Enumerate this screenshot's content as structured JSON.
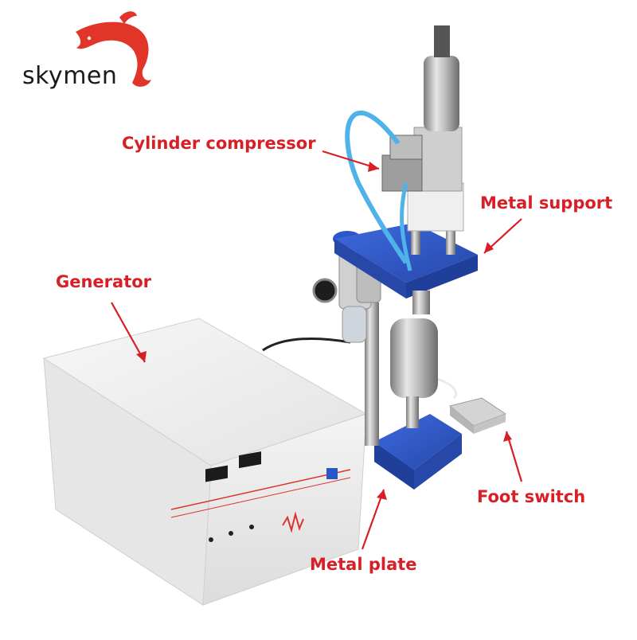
{
  "brand": {
    "name": "skymen",
    "logo_icon": "dolphin-logo-icon",
    "logo_color": "#e2352a"
  },
  "labels": {
    "cylinder": "Cylinder compressor",
    "support": "Metal support",
    "generator": "Generator",
    "foot_switch": "Foot switch",
    "metal_plate": "Metal plate"
  },
  "colors": {
    "label_red": "#d81f26",
    "machine_blue": "#2d56c8",
    "generator_white": "#efefef",
    "panel_red_line": "#d9342b"
  }
}
